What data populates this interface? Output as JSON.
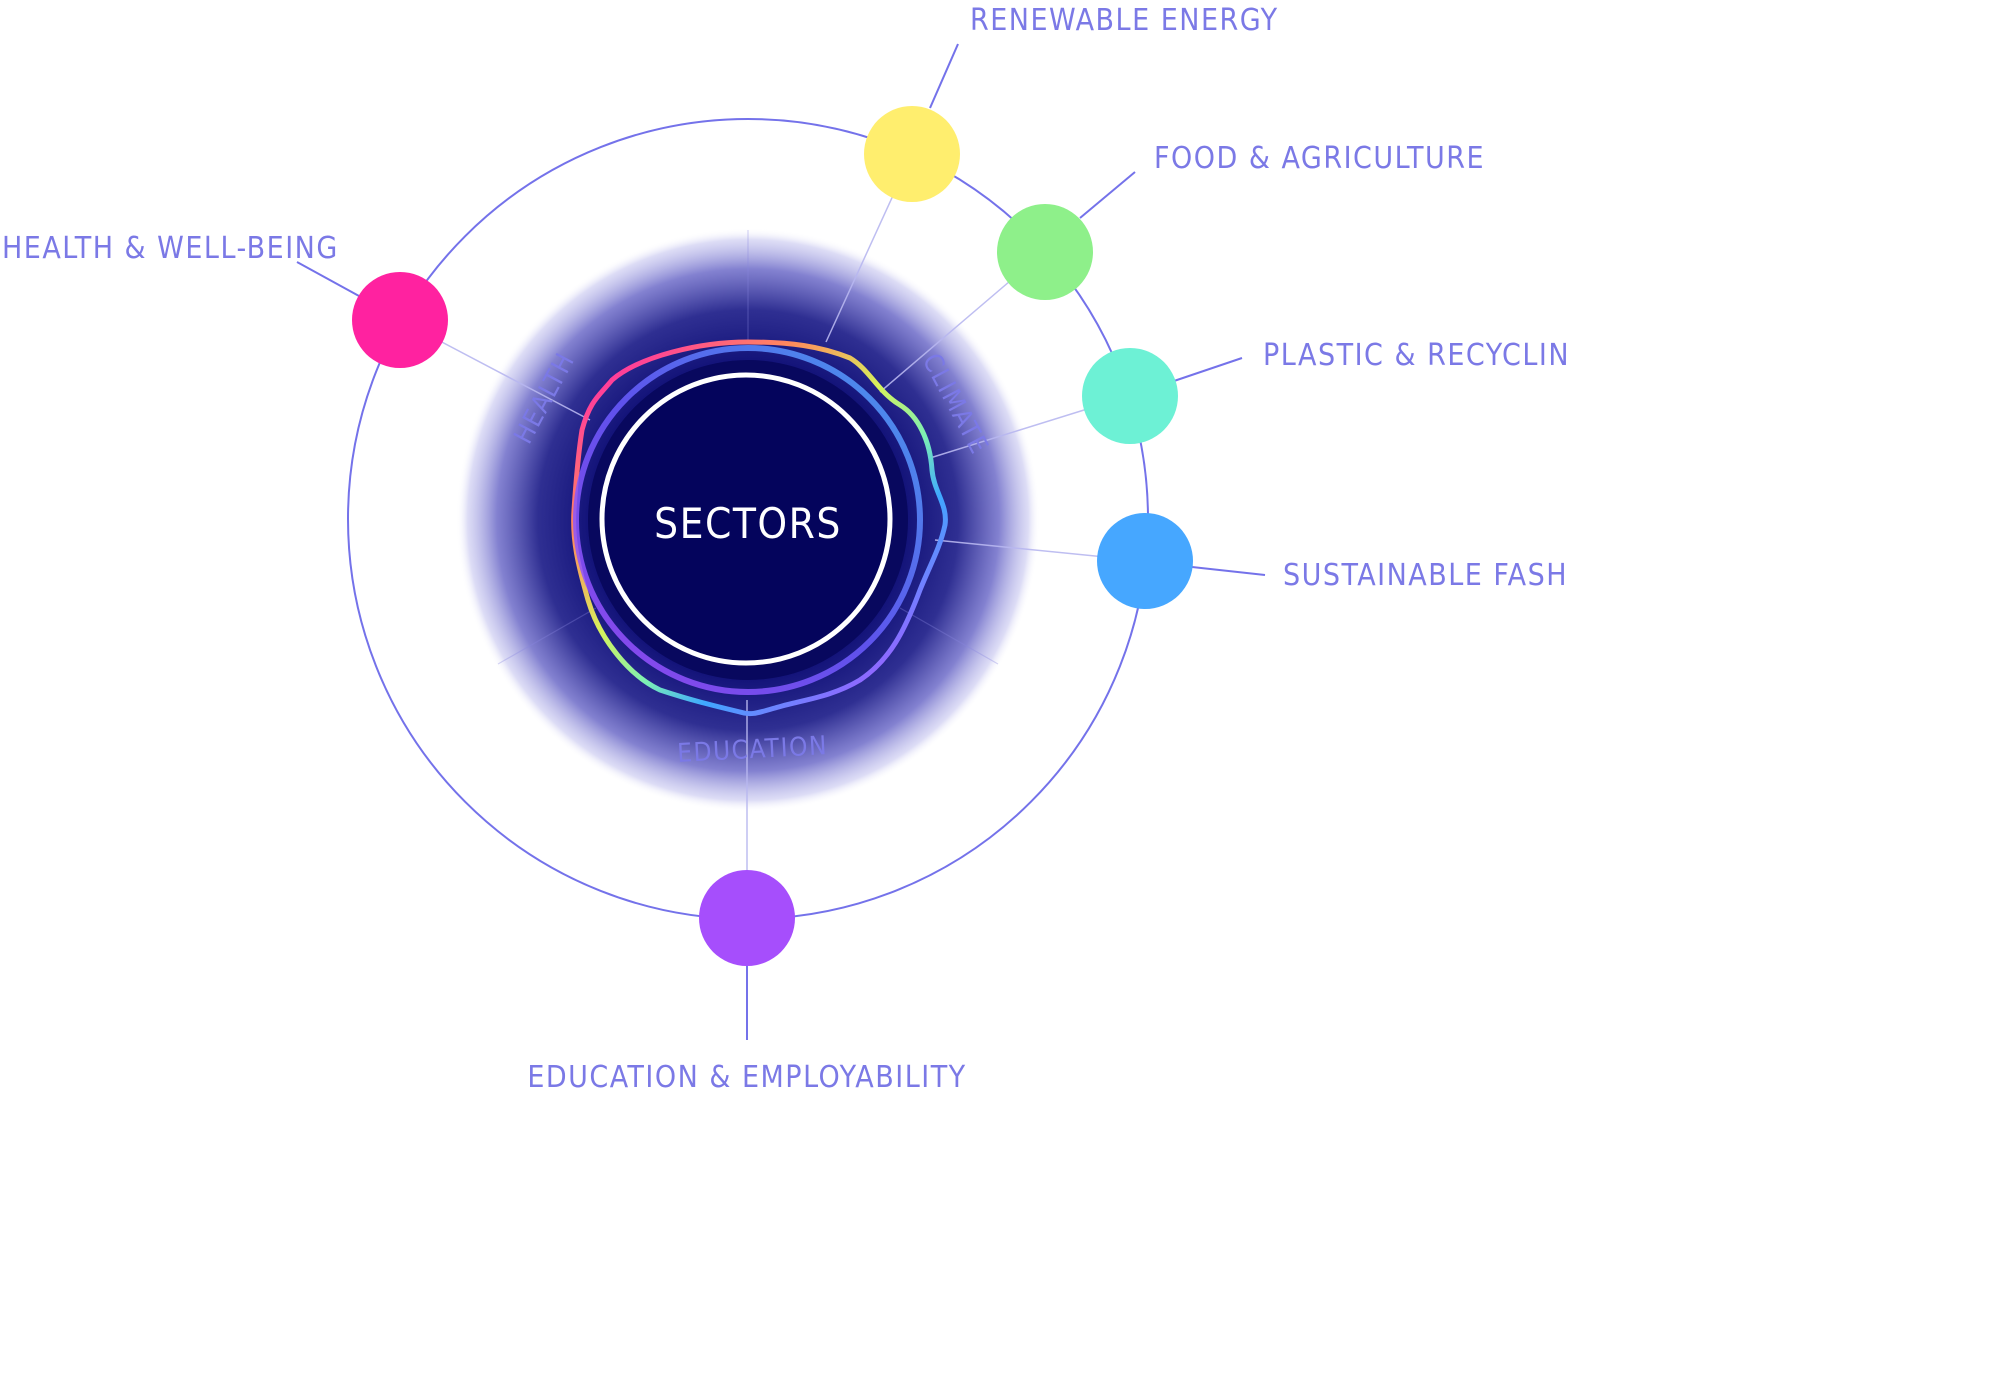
{
  "center": {
    "label": "SECTORS"
  },
  "categories": {
    "health": "HEALTH",
    "climate": "CLIMATE",
    "education": "EDUCATION"
  },
  "sectors": {
    "renewable": {
      "label": "RENEWABLE ENERGY",
      "color": "#FFEE6E"
    },
    "food": {
      "label": "FOOD & AGRICULTURE",
      "color": "#8EF08A"
    },
    "plastic": {
      "label": "PLASTIC & RECYCLING",
      "color": "#6DF1D5"
    },
    "fashion": {
      "label": "SUSTAINABLE FASHION",
      "color": "#46A7FF"
    },
    "education": {
      "label": "EDUCATION & EMPLOYABILITY",
      "color": "#A64EFC"
    },
    "health": {
      "label": "HEALTH & WELL-BEING",
      "color": "#FF22A0"
    }
  },
  "colors": {
    "accent": "#6C6AE6",
    "core": "#050565",
    "label": "#7B79E6"
  }
}
